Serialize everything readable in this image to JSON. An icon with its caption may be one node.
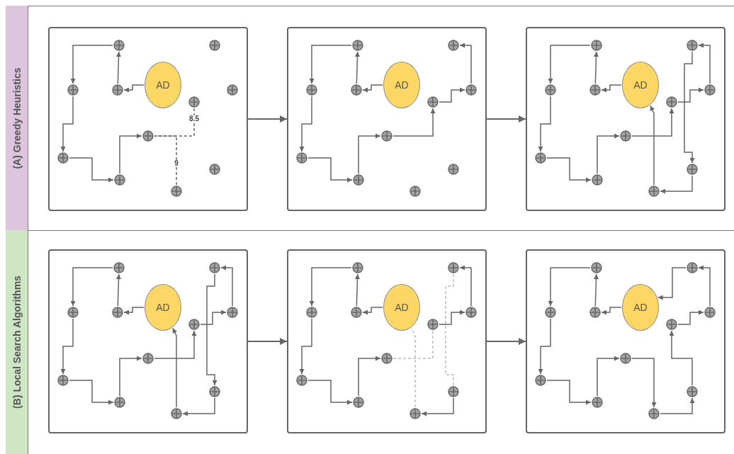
{
  "diagram": {
    "nodes": [
      {
        "text": [
          "(A) Greedy Heuristics"
        ]
      },
      {
        "text": [],
        "shape": "box"
      },
      {
        "text": [
          "AD"
        ],
        "in": 1
      },
      {
        "text": [],
        "shape": "circle",
        "in": 1
      },
      {
        "text": [],
        "shape": "circle",
        "in": 1
      },
      {
        "text": [],
        "shape": "circle",
        "in": 1
      },
      {
        "text": [],
        "shape": "circle",
        "in": 1
      },
      {
        "text": [],
        "shape": "circle",
        "in": 1
      },
      {
        "text": [],
        "shape": "circle",
        "in": 1
      },
      {
        "text": [],
        "shape": "circle",
        "in": 1
      },
      {
        "text": [],
        "shape": "circle",
        "in": 1
      },
      {
        "text": [],
        "shape": "circle",
        "in": 1
      },
      {
        "text": [],
        "shape": "circle",
        "in": 1
      },
      {
        "text": [],
        "shape": "circle",
        "in": 1
      },
      {
        "text": [],
        "shape": "box"
      },
      {
        "text": [
          "AD"
        ],
        "in": 14
      },
      {
        "text": [],
        "shape": "circle",
        "in": 14
      },
      {
        "text": [],
        "shape": "circle",
        "in": 14
      },
      {
        "text": [],
        "shape": "circle",
        "in": 14
      },
      {
        "text": [],
        "shape": "circle",
        "in": 14
      },
      {
        "text": [],
        "shape": "circle",
        "in": 14
      },
      {
        "text": [],
        "shape": "circle",
        "in": 14
      },
      {
        "text": [],
        "shape": "circle",
        "in": 14
      },
      {
        "text": [],
        "shape": "circle",
        "in": 14
      },
      {
        "text": [],
        "shape": "circle",
        "in": 14
      },
      {
        "text": [],
        "shape": "circle",
        "in": 14
      },
      {
        "text": [],
        "shape": "circle",
        "in": 14
      },
      {
        "text": [],
        "shape": "box"
      },
      {
        "text": [
          "AD"
        ],
        "in": 27
      },
      {
        "text": [],
        "shape": "circle",
        "in": 27
      },
      {
        "text": [],
        "shape": "circle",
        "in": 27
      },
      {
        "text": [],
        "shape": "circle",
        "in": 27
      },
      {
        "text": [],
        "shape": "circle",
        "in": 27
      },
      {
        "text": [],
        "shape": "circle",
        "in": 27
      },
      {
        "text": [],
        "shape": "circle",
        "in": 27
      },
      {
        "text": [],
        "shape": "circle",
        "in": 27
      },
      {
        "text": [],
        "shape": "circle",
        "in": 27
      },
      {
        "text": [],
        "shape": "circle",
        "in": 27
      },
      {
        "text": [],
        "shape": "circle",
        "in": 27
      },
      {
        "text": [],
        "shape": "circle",
        "in": 27
      },
      {
        "text": [
          "(B) Local Search Algorithms"
        ]
      },
      {
        "text": [],
        "shape": "box"
      },
      {
        "text": [
          "AD"
        ],
        "in": 41
      },
      {
        "text": [],
        "shape": "circle",
        "in": 41
      },
      {
        "text": [],
        "shape": "circle",
        "in": 41
      },
      {
        "text": [],
        "shape": "circle",
        "in": 41
      },
      {
        "text": [],
        "shape": "circle",
        "in": 41
      },
      {
        "text": [],
        "shape": "circle",
        "in": 41
      },
      {
        "text": [],
        "shape": "circle",
        "in": 41
      },
      {
        "text": [],
        "shape": "circle",
        "in": 41
      },
      {
        "text": [],
        "shape": "circle",
        "in": 41
      },
      {
        "text": [],
        "shape": "circle",
        "in": 41
      },
      {
        "text": [],
        "shape": "circle",
        "in": 41
      },
      {
        "text": [],
        "shape": "circle",
        "in": 41
      },
      {
        "text": [],
        "shape": "box"
      },
      {
        "text": [
          "AD"
        ],
        "in": 54
      },
      {
        "text": [],
        "shape": "circle",
        "in": 54
      },
      {
        "text": [],
        "shape": "circle",
        "in": 54
      },
      {
        "text": [],
        "shape": "circle",
        "in": 54
      },
      {
        "text": [],
        "shape": "circle",
        "in": 54
      },
      {
        "text": [],
        "shape": "circle",
        "in": 54
      },
      {
        "text": [],
        "shape": "circle",
        "in": 54
      },
      {
        "text": [],
        "shape": "circle",
        "in": 54
      },
      {
        "text": [],
        "shape": "circle",
        "in": 54
      },
      {
        "text": [],
        "shape": "circle",
        "in": 54
      },
      {
        "text": [],
        "shape": "circle",
        "in": 54
      },
      {
        "text": [],
        "shape": "circle",
        "in": 54
      },
      {
        "text": [],
        "shape": "box"
      },
      {
        "text": [
          "AD"
        ],
        "in": 67
      },
      {
        "text": [],
        "shape": "circle",
        "in": 67
      },
      {
        "text": [],
        "shape": "circle",
        "in": 67
      },
      {
        "text": [],
        "shape": "circle",
        "in": 67
      },
      {
        "text": [],
        "shape": "circle",
        "in": 67
      },
      {
        "text": [],
        "shape": "circle",
        "in": 67
      },
      {
        "text": [],
        "shape": "circle",
        "in": 67
      },
      {
        "text": [],
        "shape": "circle",
        "in": 67
      },
      {
        "text": [],
        "shape": "circle",
        "in": 67
      },
      {
        "text": [],
        "shape": "circle",
        "in": 67
      },
      {
        "text": [],
        "shape": "circle",
        "in": 67
      },
      {
        "text": [],
        "shape": "circle",
        "in": 67
      }
    ],
    "edges": [
      {
        "from": 2,
        "to": 6,
        "arrow": "to"
      },
      {
        "from": 6,
        "to": 3,
        "arrow": "to"
      },
      {
        "from": 3,
        "to": 5,
        "arrow": "to"
      },
      {
        "from": 5,
        "to": 10,
        "arrow": "to"
      },
      {
        "from": 10,
        "to": 12,
        "arrow": "to"
      },
      {
        "from": 12,
        "to": 9,
        "arrow": "to"
      },
      {
        "from": 8,
        "to": 9,
        "arrow": "none",
        "label": "8.5",
        "style": "dashed"
      },
      {
        "from": 13,
        "to": 9,
        "arrow": "none",
        "label": "9",
        "style": "dashed"
      },
      {
        "from": 15,
        "to": 19,
        "arrow": "to"
      },
      {
        "from": 19,
        "to": 16,
        "arrow": "to"
      },
      {
        "from": 16,
        "to": 18,
        "arrow": "to"
      },
      {
        "from": 18,
        "to": 23,
        "arrow": "to"
      },
      {
        "from": 23,
        "to": 25,
        "arrow": "to"
      },
      {
        "from": 25,
        "to": 22,
        "arrow": "to"
      },
      {
        "from": 22,
        "to": 21,
        "arrow": "to"
      },
      {
        "from": 21,
        "to": 20,
        "arrow": "to"
      },
      {
        "from": 20,
        "to": 17,
        "arrow": "to"
      },
      {
        "from": 28,
        "to": 32,
        "arrow": "to"
      },
      {
        "from": 32,
        "to": 29,
        "arrow": "to"
      },
      {
        "from": 29,
        "to": 31,
        "arrow": "to"
      },
      {
        "from": 31,
        "to": 36,
        "arrow": "to"
      },
      {
        "from": 36,
        "to": 38,
        "arrow": "to"
      },
      {
        "from": 38,
        "to": 35,
        "arrow": "to"
      },
      {
        "from": 35,
        "to": 34,
        "arrow": "to"
      },
      {
        "from": 34,
        "to": 33,
        "arrow": "to"
      },
      {
        "from": 33,
        "to": 30,
        "arrow": "to"
      },
      {
        "from": 30,
        "to": 37,
        "arrow": "to"
      },
      {
        "from": 37,
        "to": 39,
        "arrow": "to"
      },
      {
        "from": 39,
        "to": 28,
        "arrow": "to"
      },
      {
        "from": 42,
        "to": 46,
        "arrow": "to"
      },
      {
        "from": 46,
        "to": 43,
        "arrow": "to"
      },
      {
        "from": 43,
        "to": 45,
        "arrow": "to"
      },
      {
        "from": 45,
        "to": 50,
        "arrow": "to"
      },
      {
        "from": 50,
        "to": 52,
        "arrow": "to"
      },
      {
        "from": 52,
        "to": 49,
        "arrow": "to"
      },
      {
        "from": 49,
        "to": 48,
        "arrow": "to"
      },
      {
        "from": 48,
        "to": 47,
        "arrow": "to"
      },
      {
        "from": 47,
        "to": 44,
        "arrow": "to"
      },
      {
        "from": 44,
        "to": 51,
        "arrow": "to"
      },
      {
        "from": 51,
        "to": 53,
        "arrow": "to"
      },
      {
        "from": 53,
        "to": 42,
        "arrow": "to"
      },
      {
        "from": 55,
        "to": 59,
        "arrow": "to"
      },
      {
        "from": 59,
        "to": 56,
        "arrow": "to"
      },
      {
        "from": 56,
        "to": 58,
        "arrow": "to"
      },
      {
        "from": 58,
        "to": 63,
        "arrow": "to"
      },
      {
        "from": 63,
        "to": 65,
        "arrow": "to"
      },
      {
        "from": 65,
        "to": 62,
        "arrow": "to"
      },
      {
        "from": 62,
        "to": 61,
        "arrow": "none",
        "style": "dashed",
        "color": "#bbbbbb"
      },
      {
        "from": 61,
        "to": 60,
        "arrow": "to"
      },
      {
        "from": 60,
        "to": 57,
        "arrow": "to"
      },
      {
        "from": 57,
        "to": 64,
        "arrow": "none",
        "style": "dashed",
        "color": "#bbbbbb"
      },
      {
        "from": 64,
        "to": 66,
        "arrow": "to"
      },
      {
        "from": 66,
        "to": 55,
        "arrow": "none",
        "style": "dashed",
        "color": "#bbbbbb"
      },
      {
        "from": 68,
        "to": 72,
        "arrow": "to"
      },
      {
        "from": 72,
        "to": 69,
        "arrow": "to"
      },
      {
        "from": 69,
        "to": 71,
        "arrow": "to"
      },
      {
        "from": 71,
        "to": 76,
        "arrow": "to"
      },
      {
        "from": 76,
        "to": 78,
        "arrow": "to"
      },
      {
        "from": 78,
        "to": 75,
        "arrow": "to"
      },
      {
        "from": 75,
        "to": 79,
        "arrow": "to"
      },
      {
        "from": 79,
        "to": 77,
        "arrow": "to"
      },
      {
        "from": 77,
        "to": 74,
        "arrow": "to"
      },
      {
        "from": 74,
        "to": 73,
        "arrow": "to"
      },
      {
        "from": 73,
        "to": 70,
        "arrow": "to"
      },
      {
        "from": 70,
        "to": 68,
        "arrow": "to"
      },
      {
        "from": 1,
        "to": 14,
        "arrow": "to"
      },
      {
        "from": 14,
        "to": 27,
        "arrow": "to"
      },
      {
        "from": 41,
        "to": 54,
        "arrow": "to"
      },
      {
        "from": 54,
        "to": 67,
        "arrow": "to"
      }
    ]
  }
}
